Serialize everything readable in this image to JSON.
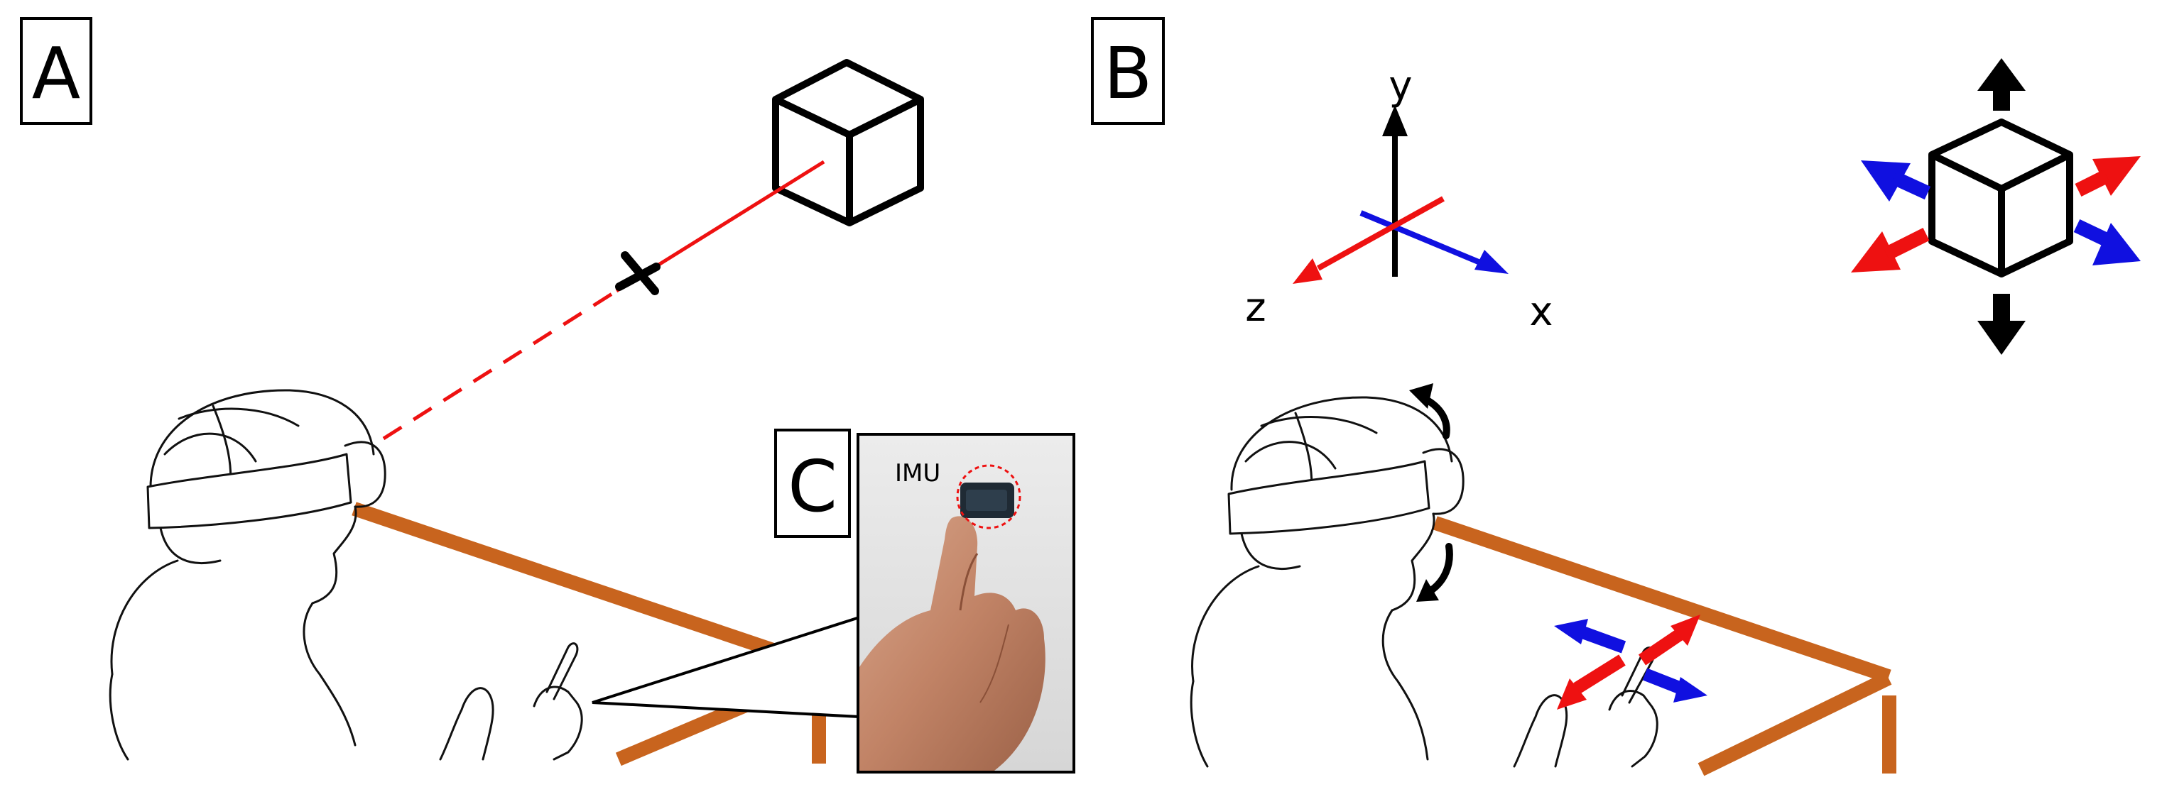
{
  "panels": {
    "a": {
      "label": "A"
    },
    "b": {
      "label": "B"
    },
    "c": {
      "label": "C",
      "sensor_label": "IMU"
    }
  },
  "axes": {
    "y": "y",
    "z": "z",
    "x": "x"
  },
  "colors": {
    "table": "#c8641e",
    "red_arrow": "#ee1111",
    "blue_arrow": "#1010e0",
    "ray": "#ee1111",
    "ink": "#000000"
  }
}
